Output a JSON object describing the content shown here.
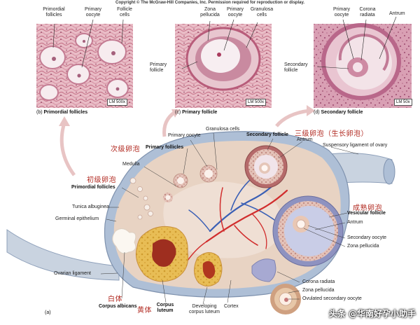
{
  "copyright": "Copyright © The McGraw-Hill Companies, Inc. Permission required for reproduction or display.",
  "panels": {
    "b": {
      "letter": "(b)",
      "title": "Primordial follicles",
      "labels": [
        "Primordial follicles",
        "Primary oocyte",
        "Follicle cells"
      ],
      "scale": "LM 500x"
    },
    "c": {
      "letter": "(c)",
      "title": "Primary follicle",
      "labels": [
        "Zona pellucida",
        "Primary oocyte",
        "Granulosa cells",
        "Primary follicle"
      ],
      "scale": "LM 500x"
    },
    "d": {
      "letter": "(d)",
      "title": "Secondary follicle",
      "labels": [
        "Primary oocyte",
        "Corona radiata",
        "Antrum",
        "Secondary follicle"
      ],
      "scale": "LM 50x"
    }
  },
  "diagram": {
    "panel_letter": "(a)",
    "labels": {
      "primary_oocyte": "Primary oocyte",
      "granulosa_cells": "Granulosa cells",
      "secondary_follicle": "Secondary follicle",
      "antrum_top": "Antrum",
      "suspensory_ligament": "Suspensory ligament of ovary",
      "primary_follicles": "Primary follicles",
      "medulla": "Medulla",
      "primordial_follicles": "Primordial follicles",
      "tunica_albuginea": "Tunica albuginea",
      "germinal_epithelium": "Germinal epithelium",
      "vesicular_follicle": "Vesicular follicle",
      "antrum_right": "Antrum",
      "secondary_oocyte": "Secondary oocyte",
      "zona_pellucida_right": "Zona pellucida",
      "ovarian_ligament": "Ovarian ligament",
      "corona_radiata": "Corona radiata",
      "zona_pellucida_bottom": "Zona pellucida",
      "ovulated_oocyte": "Ovulated secondary oocyte",
      "corpus_albicans": "Corpus albicans",
      "corpus_luteum": "Corpus luteum",
      "developing_corpus_luteum": "Developing corpus luteum",
      "cortex": "Cortex"
    },
    "chinese": {
      "secondary_follicle_zh": "三级卵泡（生长卵泡）",
      "primary_follicles_zh": "次级卵泡",
      "primordial_zh": "初级卵泡",
      "vesicular_zh": "成熟卵泡",
      "albicans_zh": "白体",
      "luteum_zh": "黄体"
    }
  },
  "watermark": "头条 @华南好孕小助手",
  "colors": {
    "histology_pink": "#e7b3c0",
    "ovary_tissue": "#e8d3c3",
    "capsule_blue": "#aebfd6",
    "corpus_luteum": "#e5b64a",
    "artery_red": "#d12d2d",
    "vein_blue": "#3a5fb5",
    "chinese_label": "#b22b22"
  }
}
